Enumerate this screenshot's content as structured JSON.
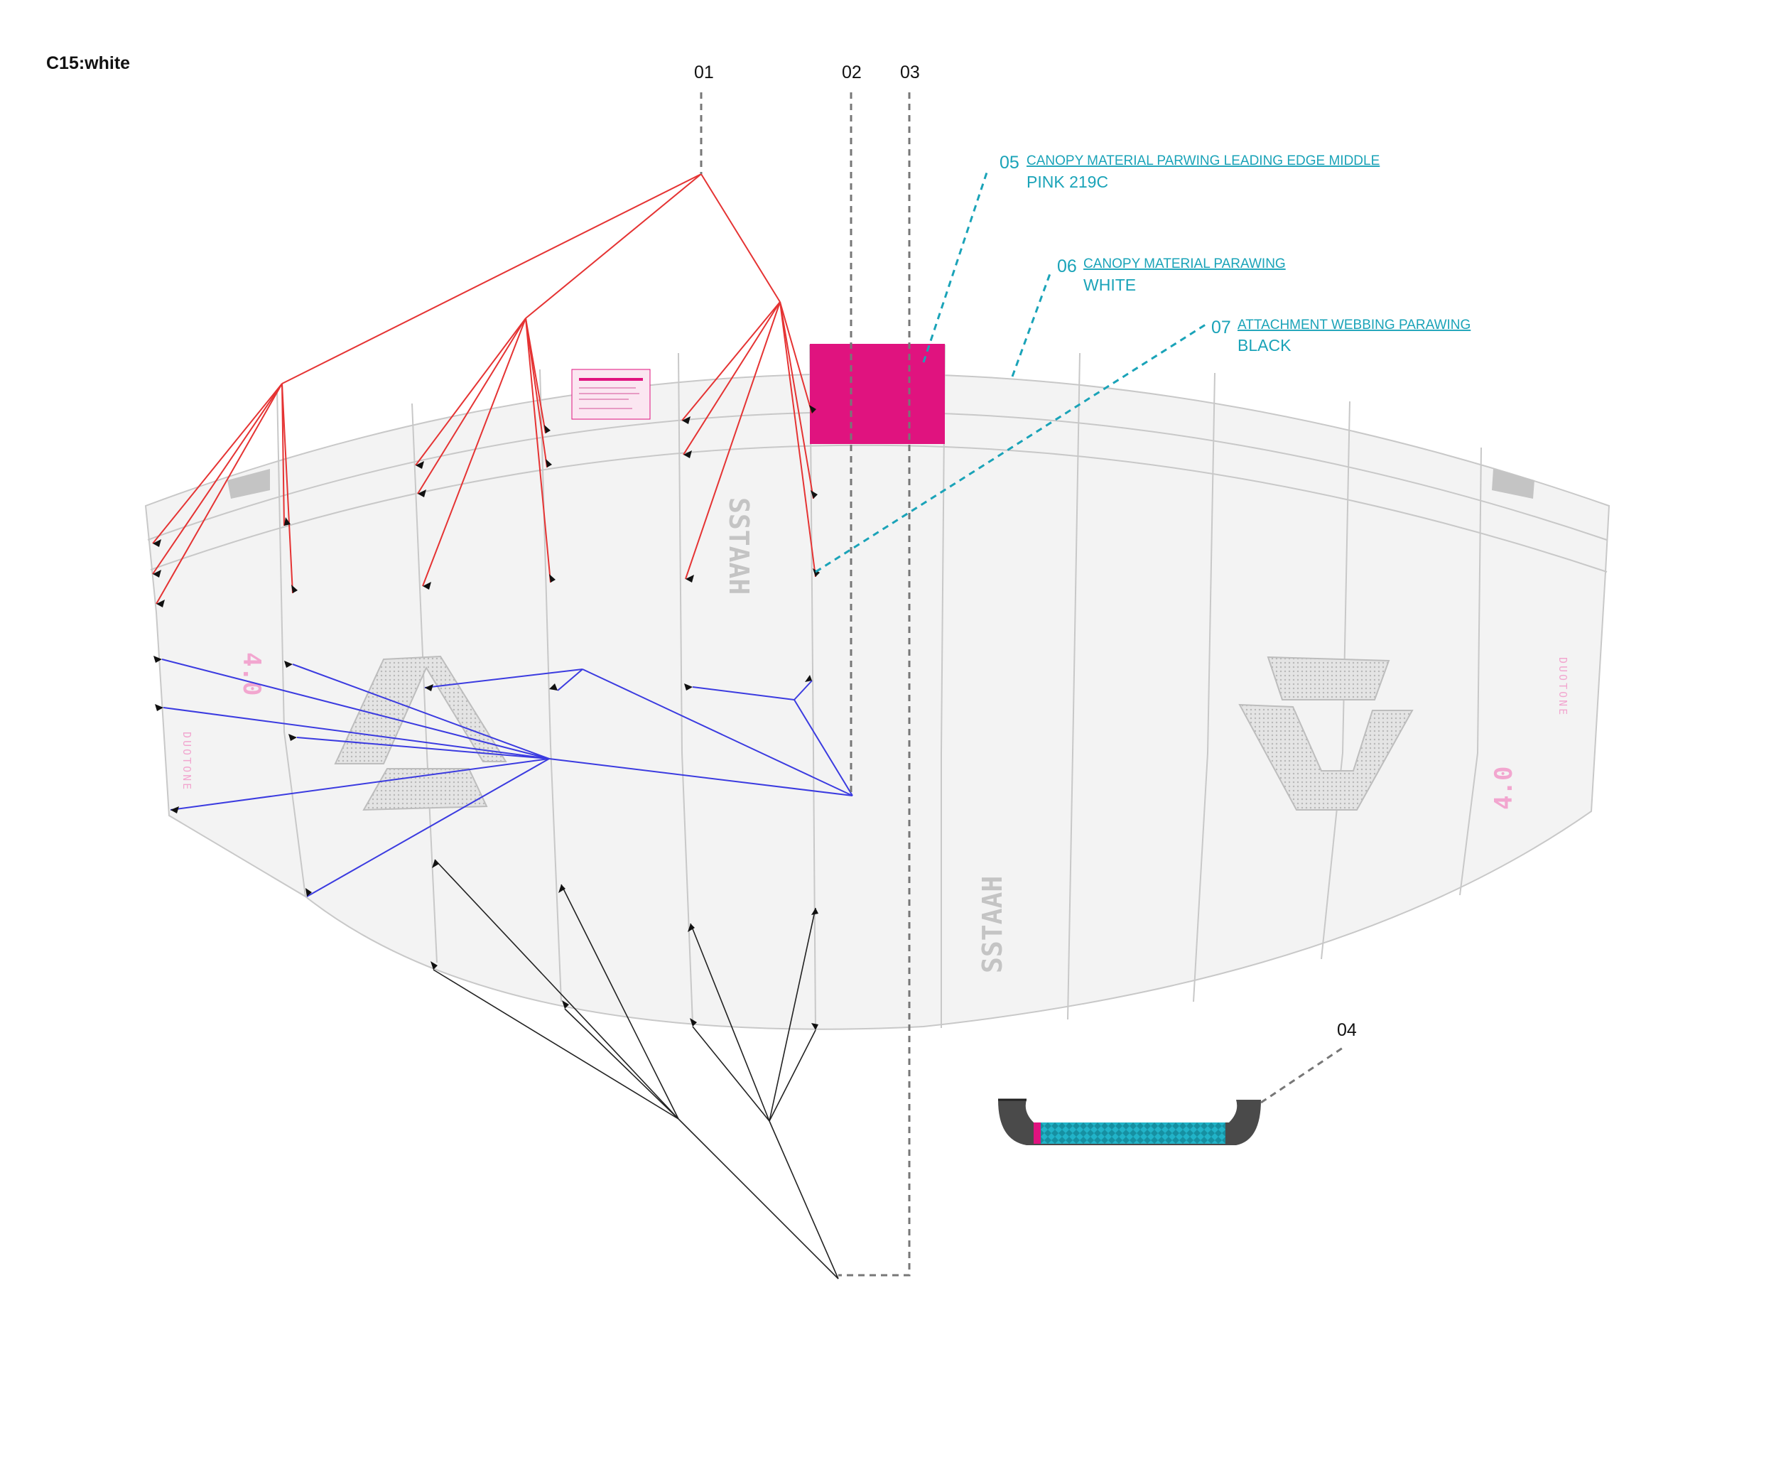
{
  "title": "C15:white",
  "codes": {
    "c01": "01",
    "c02": "02",
    "c03": "03",
    "c04": "04"
  },
  "callouts": [
    {
      "num": "05",
      "desc": "CANOPY MATERIAL PARWING LEADING EDGE MIDDLE",
      "color": "PINK 219C"
    },
    {
      "num": "06",
      "desc": "CANOPY MATERIAL PARAWING",
      "color": "WHITE"
    },
    {
      "num": "07",
      "desc": "ATTACHMENT WEBBING PARAWING",
      "color": "BLACK"
    }
  ],
  "graphics": {
    "brand": "SSTAAH",
    "size": "4.0",
    "maker": "DUOTONE"
  },
  "colors": {
    "canopy": "#f3f3f3",
    "pink": "#e0137f",
    "teal": "#1aa3b8",
    "front_lines": "#e53333",
    "middle_lines": "#3b3be0",
    "rear_lines": "#222222",
    "dashes": "#777777"
  }
}
